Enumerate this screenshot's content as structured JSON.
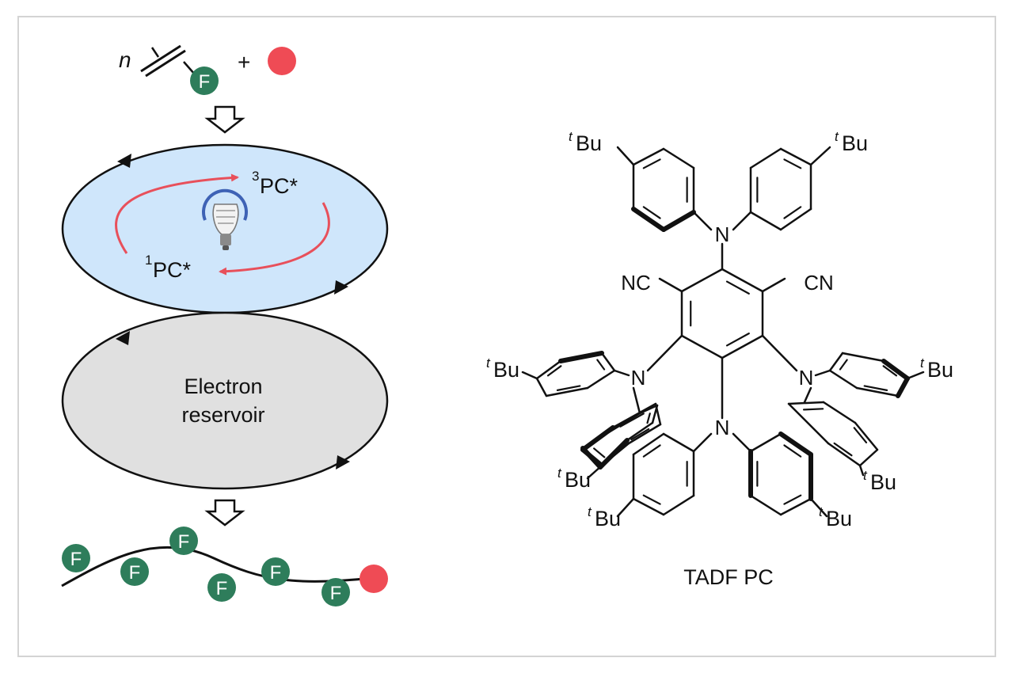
{
  "scheme": {
    "monomer_n": "n",
    "fluoro_label": "F",
    "plus_sign": "+",
    "cycle": {
      "triplet_label": "PC*",
      "triplet_sup": "3",
      "singlet_label": "PC*",
      "singlet_sup": "1",
      "reservoir_line1": "Electron",
      "reservoir_line2": "reservoir"
    },
    "colors": {
      "fluoro_green": "#2e7d5b",
      "red_endgroup": "#ef4b55",
      "cycle_blue": "#cfe6fb",
      "reservoir_gray": "#e0e0e0",
      "arrow_red": "#e8505b"
    },
    "icons": [
      "fluoro-monomer-icon",
      "red-dot-icon",
      "down-arrow-icon",
      "light-bulb-icon"
    ]
  },
  "molecule": {
    "caption": "TADF PC",
    "n_label": "N",
    "nc_left": "NC",
    "cn_right": "CN",
    "tbu_sup": "t",
    "tbu_text": "Bu"
  }
}
